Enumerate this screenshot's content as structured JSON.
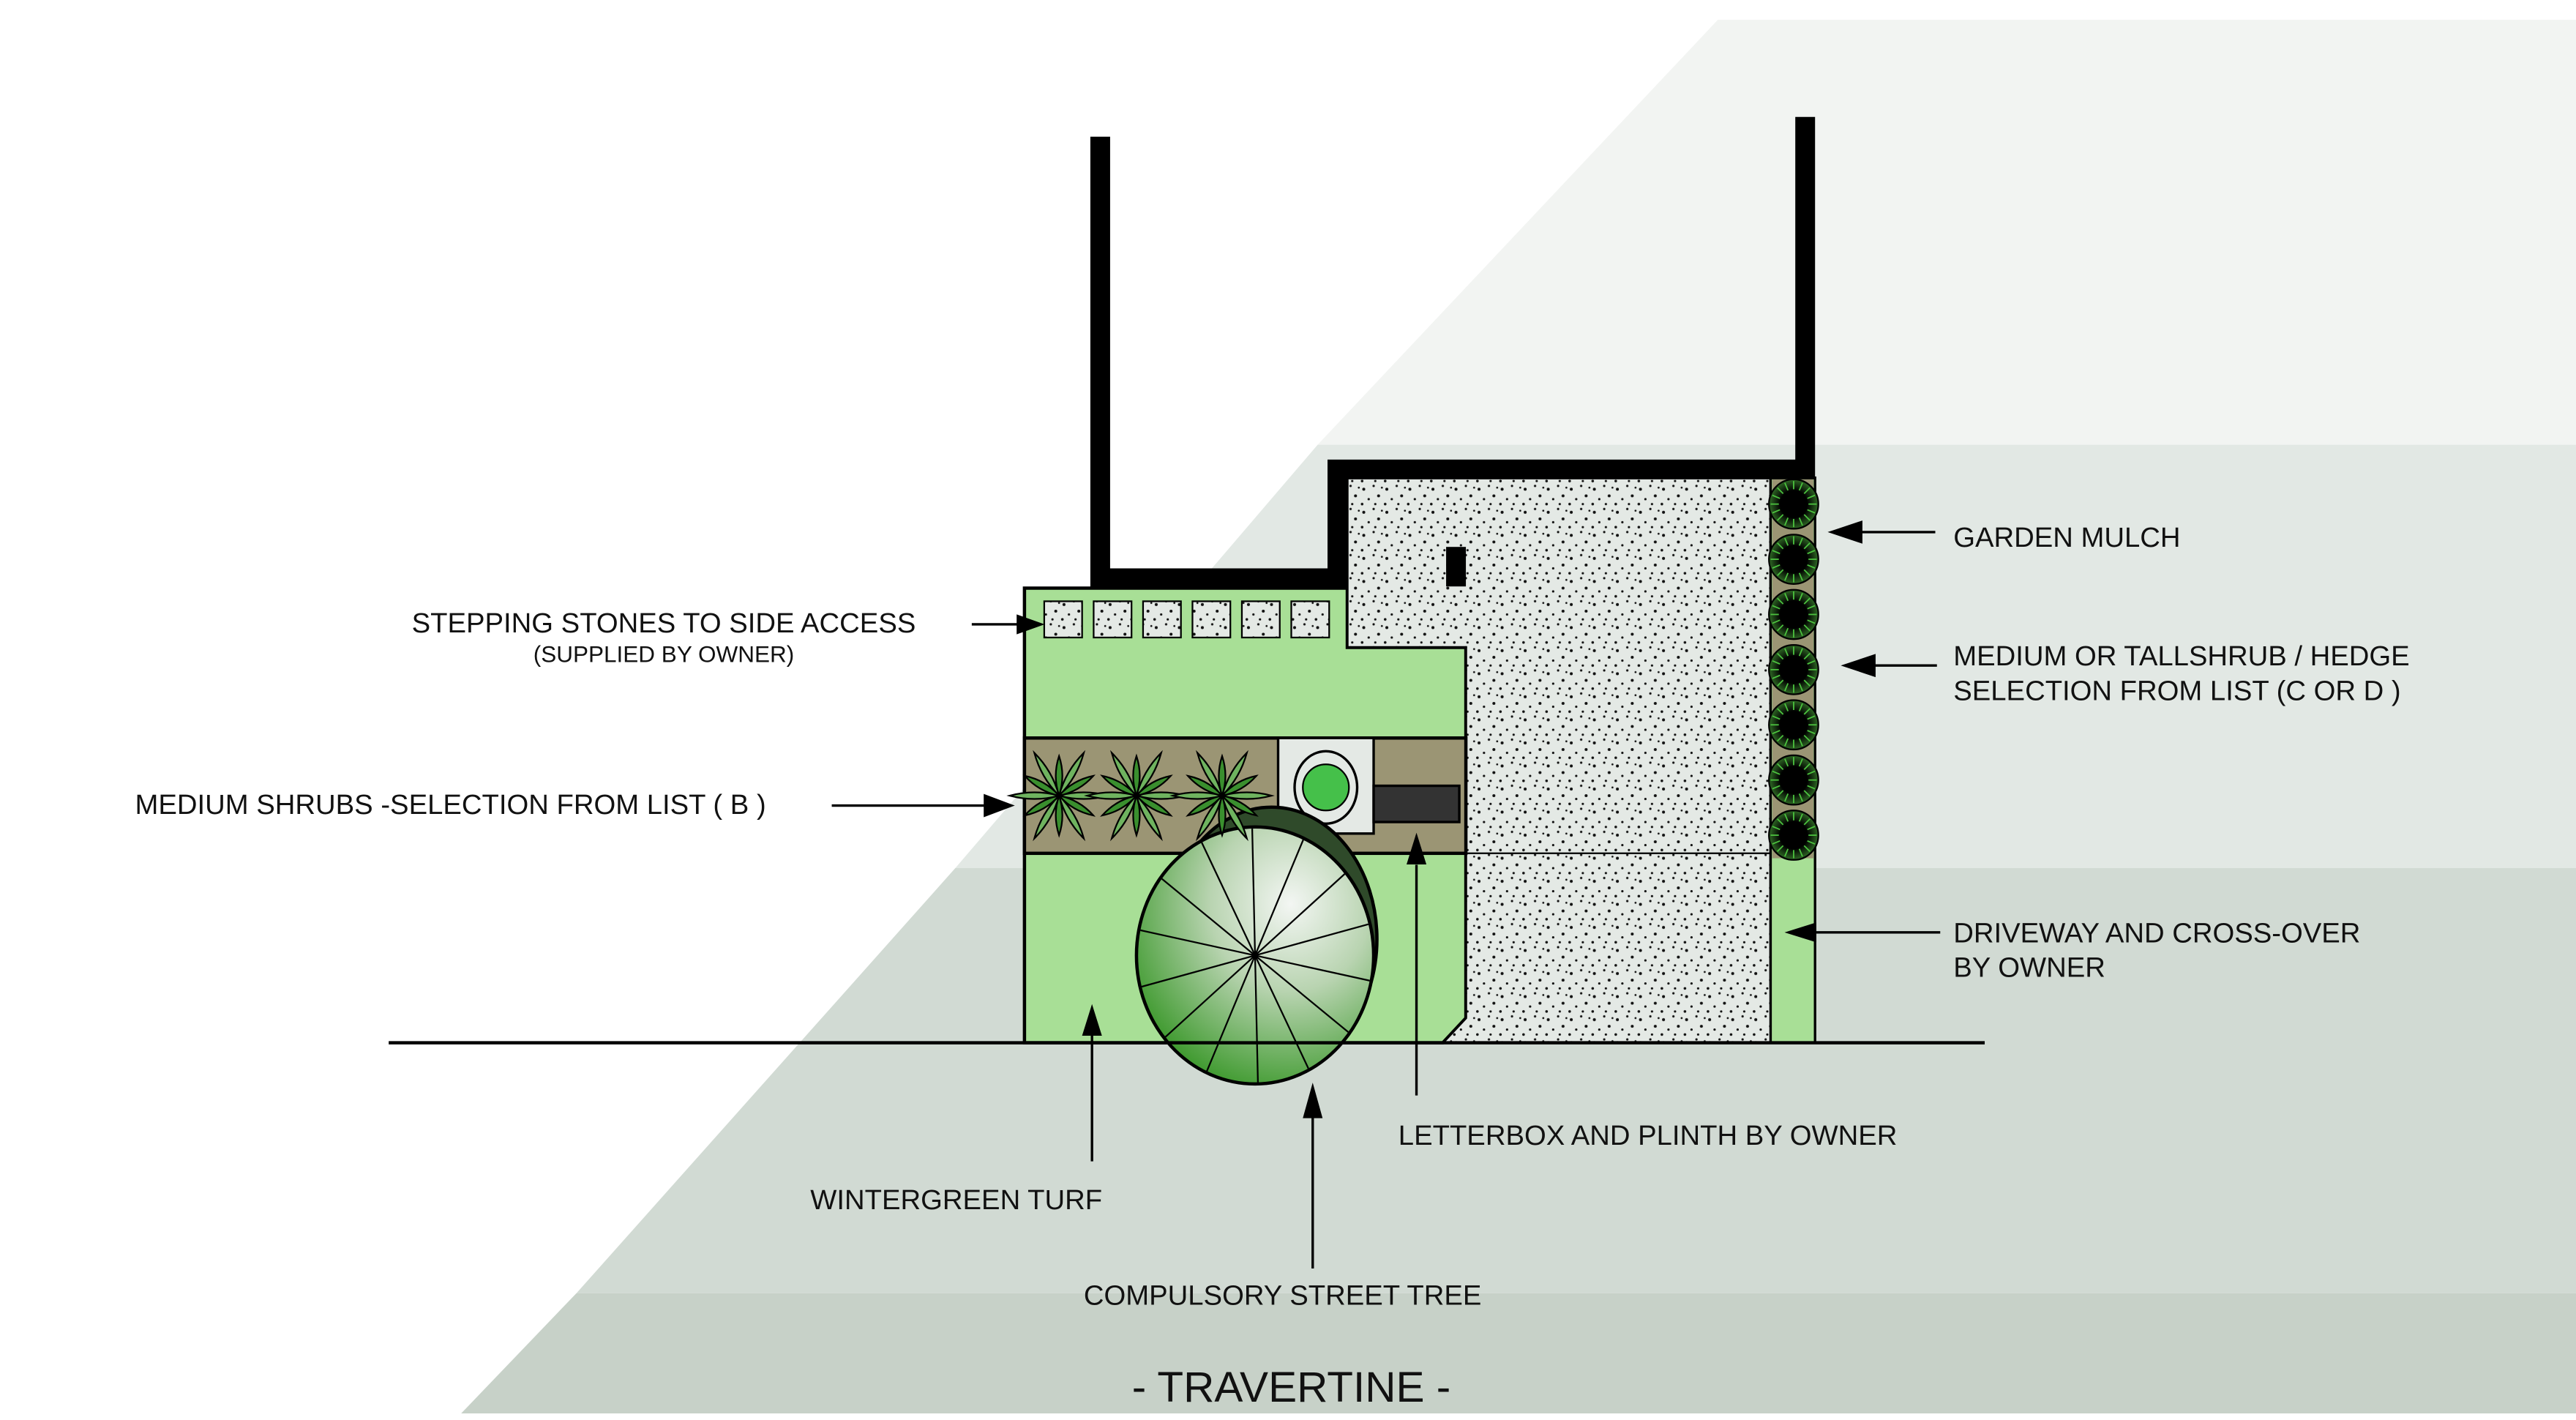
{
  "title": "- TRAVERTINE -",
  "colors": {
    "turf": "#a8df96",
    "mulch": "#9b9574",
    "gravel": "#e4e9e5",
    "band_light": "#f2f4f2",
    "band_mid": "#e2e8e4",
    "band_dark": "#d1dad3",
    "band_darkest": "#c7d1c8",
    "wall": "#000000",
    "letterbox": "#333333"
  },
  "labels": {
    "stepping_stones": "STEPPING STONES TO SIDE ACCESS",
    "stepping_stones_note": "(SUPPLIED BY OWNER)",
    "medium_shrubs": "MEDIUM SHRUBS -SELECTION FROM LIST ( B )",
    "garden_mulch": "GARDEN MULCH",
    "hedge_line1": "MEDIUM OR TALLSHRUB / HEDGE",
    "hedge_line2": "SELECTION FROM LIST (C OR D )",
    "driveway_line1": "DRIVEWAY AND CROSS-OVER",
    "driveway_line2": "BY OWNER",
    "letterbox": "LETTERBOX AND PLINTH BY OWNER",
    "turf": "WINTERGREEN TURF",
    "street_tree": "COMPULSORY STREET TREE"
  },
  "counts": {
    "stepping_stones": 6,
    "medium_shrubs": 3,
    "hedge_shrubs": 7
  }
}
